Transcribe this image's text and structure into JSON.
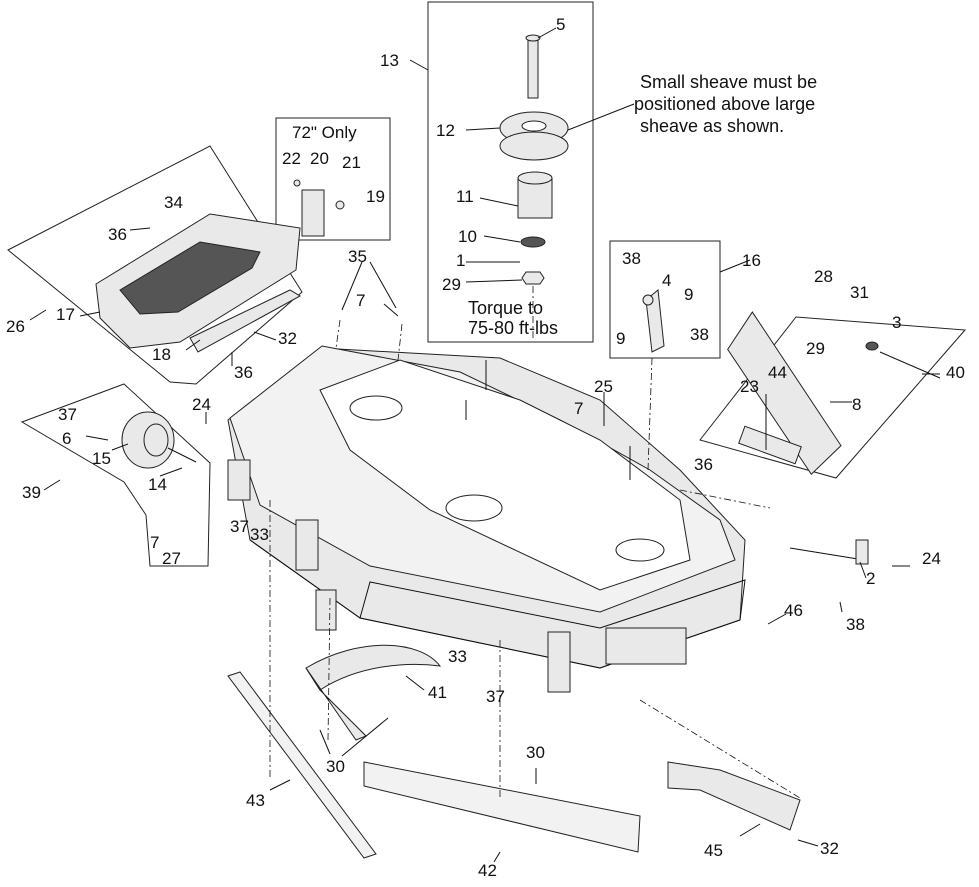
{
  "callouts": [
    {
      "id": "c5",
      "text": "5"
    },
    {
      "id": "c13",
      "text": "13"
    },
    {
      "id": "c12",
      "text": "12"
    },
    {
      "id": "c11",
      "text": "11"
    },
    {
      "id": "c10",
      "text": "10"
    },
    {
      "id": "c1",
      "text": "1"
    },
    {
      "id": "c29a",
      "text": "29"
    },
    {
      "id": "c72only",
      "text": "72\" Only"
    },
    {
      "id": "c22",
      "text": "22"
    },
    {
      "id": "c20",
      "text": "20"
    },
    {
      "id": "c21",
      "text": "21"
    },
    {
      "id": "c19",
      "text": "19"
    },
    {
      "id": "c34",
      "text": "34"
    },
    {
      "id": "c36a",
      "text": "36"
    },
    {
      "id": "c26",
      "text": "26"
    },
    {
      "id": "c17",
      "text": "17"
    },
    {
      "id": "c18",
      "text": "18"
    },
    {
      "id": "c32a",
      "text": "32"
    },
    {
      "id": "c36b",
      "text": "36"
    },
    {
      "id": "c35",
      "text": "35"
    },
    {
      "id": "c7a",
      "text": "7"
    },
    {
      "id": "c38a",
      "text": "38"
    },
    {
      "id": "c4",
      "text": "4"
    },
    {
      "id": "c16",
      "text": "16"
    },
    {
      "id": "c9a",
      "text": "9"
    },
    {
      "id": "c9b",
      "text": "9"
    },
    {
      "id": "c38b",
      "text": "38"
    },
    {
      "id": "c28",
      "text": "28"
    },
    {
      "id": "c31",
      "text": "31"
    },
    {
      "id": "c3",
      "text": "3"
    },
    {
      "id": "c29b",
      "text": "29"
    },
    {
      "id": "c40",
      "text": "40"
    },
    {
      "id": "c23",
      "text": "23"
    },
    {
      "id": "c44",
      "text": "44"
    },
    {
      "id": "c8",
      "text": "8"
    },
    {
      "id": "c37a",
      "text": "37"
    },
    {
      "id": "c6",
      "text": "6"
    },
    {
      "id": "c24a",
      "text": "24"
    },
    {
      "id": "c15",
      "text": "15"
    },
    {
      "id": "c14",
      "text": "14"
    },
    {
      "id": "c39",
      "text": "39"
    },
    {
      "id": "c25",
      "text": "25"
    },
    {
      "id": "c7b",
      "text": "7"
    },
    {
      "id": "c36c",
      "text": "36"
    },
    {
      "id": "c37b",
      "text": "37"
    },
    {
      "id": "c33a",
      "text": "33"
    },
    {
      "id": "c7c",
      "text": "7"
    },
    {
      "id": "c27",
      "text": "27"
    },
    {
      "id": "c24b",
      "text": "24"
    },
    {
      "id": "c2",
      "text": "2"
    },
    {
      "id": "c46",
      "text": "46"
    },
    {
      "id": "c38c",
      "text": "38"
    },
    {
      "id": "c33b",
      "text": "33"
    },
    {
      "id": "c37c",
      "text": "37"
    },
    {
      "id": "c41",
      "text": "41"
    },
    {
      "id": "c30a",
      "text": "30"
    },
    {
      "id": "c43",
      "text": "43"
    },
    {
      "id": "c30b",
      "text": "30"
    },
    {
      "id": "c42",
      "text": "42"
    },
    {
      "id": "c45",
      "text": "45"
    },
    {
      "id": "c32b",
      "text": "32"
    }
  ],
  "notes": {
    "sheave_line1": "Small sheave must be",
    "sheave_line2": "positioned above large",
    "sheave_line3": "sheave as shown.",
    "torque_line1": "Torque to",
    "torque_line2": "75-80 ft-lbs"
  }
}
